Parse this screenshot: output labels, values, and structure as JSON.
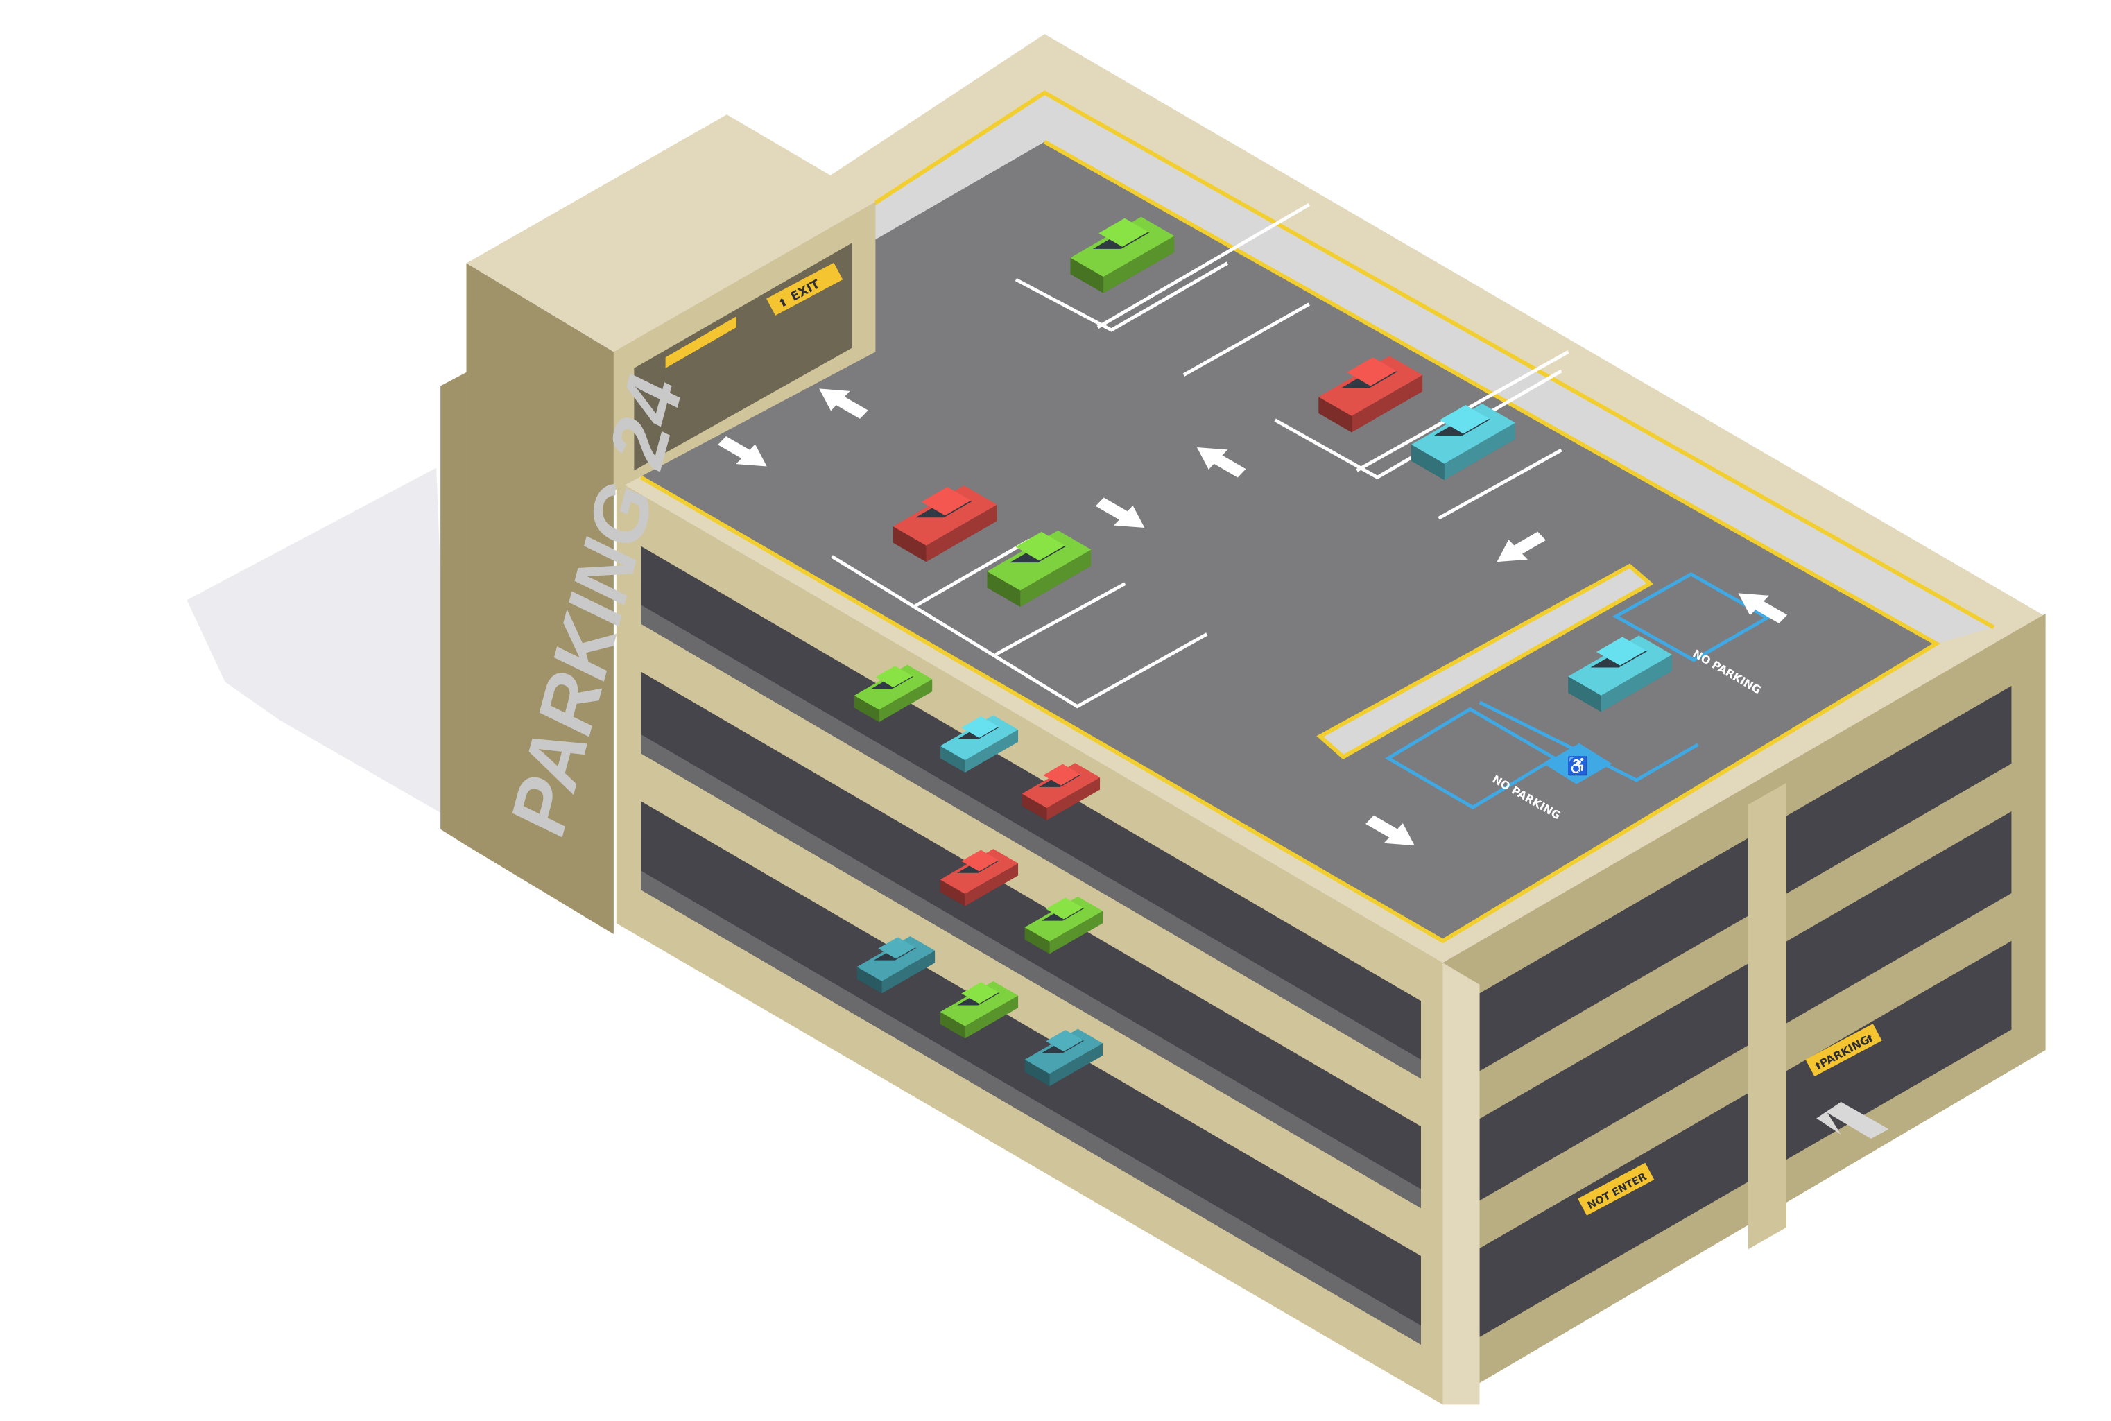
{
  "building": {
    "name": "PARKING 24"
  },
  "signs": {
    "exit": "EXIT",
    "not_enter": "NOT ENTER",
    "parking": "PARKING",
    "arrow_glyph": "⬆"
  },
  "roof_markings": {
    "no_parking_1": "NO PARKING",
    "no_parking_2": "NO PARKING",
    "accessible_icon": "wheelchair-icon"
  },
  "colors": {
    "wall_light": "#e2d9bd",
    "wall_mid": "#d0c49a",
    "wall_dark": "#9e9168",
    "asphalt": "#7c7c7e",
    "interior": "#46454b",
    "sign_yellow": "#f4c431",
    "accessible_blue": "#3fa9e6",
    "car_green": "#7fd23f",
    "car_red": "#e2504a",
    "car_cyan": "#5fd0de",
    "car_teal": "#4aa3b0"
  },
  "cars": [
    {
      "level": "roof",
      "color": "car_green"
    },
    {
      "level": "roof",
      "color": "car_red"
    },
    {
      "level": "roof",
      "color": "car_cyan"
    },
    {
      "level": "roof",
      "color": "car_red"
    },
    {
      "level": "roof",
      "color": "car_green"
    },
    {
      "level": "roof",
      "color": "car_cyan"
    },
    {
      "level": "3",
      "color": "car_green"
    },
    {
      "level": "3",
      "color": "car_cyan"
    },
    {
      "level": "3",
      "color": "car_red"
    },
    {
      "level": "2",
      "color": "car_red"
    },
    {
      "level": "2",
      "color": "car_green"
    },
    {
      "level": "1",
      "color": "car_teal"
    },
    {
      "level": "1",
      "color": "car_green"
    },
    {
      "level": "1",
      "color": "car_teal"
    }
  ]
}
